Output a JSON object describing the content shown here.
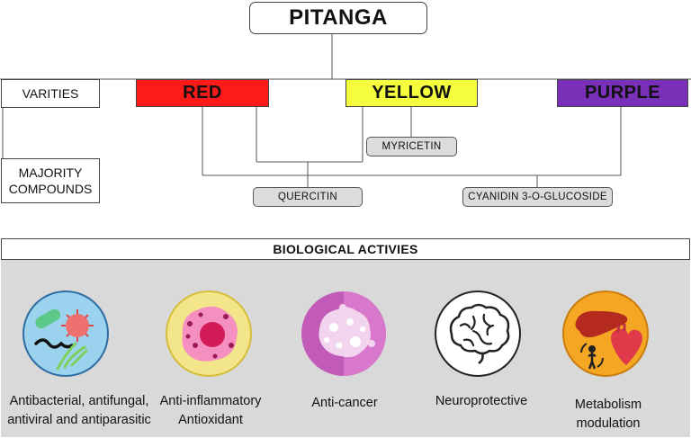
{
  "title": "PITANGA",
  "row_labels": {
    "varieties": "VARITIES",
    "compounds": "MAJORITY COMPOUNDS"
  },
  "varieties": [
    {
      "label": "RED",
      "color": "#ff1a1a"
    },
    {
      "label": "YELLOW",
      "color": "#f5ff3d"
    },
    {
      "label": "PURPLE",
      "color": "#7a2fb8"
    }
  ],
  "compounds": [
    "QUERCITIN",
    "MYRICETIN",
    "CYANIDIN 3-O-GLUCOSIDE"
  ],
  "bio_title": "BIOLOGICAL ACTIVIES",
  "activities": [
    {
      "line1": "Antibacterial, antifungal,",
      "line2": "antiviral and antiparasitic",
      "icon": "microbes-icon"
    },
    {
      "line1": "Anti-inflammatory",
      "line2": "Antioxidant",
      "icon": "inflamed-cell-icon"
    },
    {
      "line1": "Anti-cancer",
      "line2": "",
      "icon": "cancer-cell-icon"
    },
    {
      "line1": "Neuroprotective",
      "line2": "",
      "icon": "brain-icon"
    },
    {
      "line1": "Metabolism",
      "line2": "modulation",
      "icon": "liver-heart-icon"
    }
  ],
  "colors": {
    "panel": "#d9d9d9",
    "compound_fill": "#dcdcdc"
  }
}
